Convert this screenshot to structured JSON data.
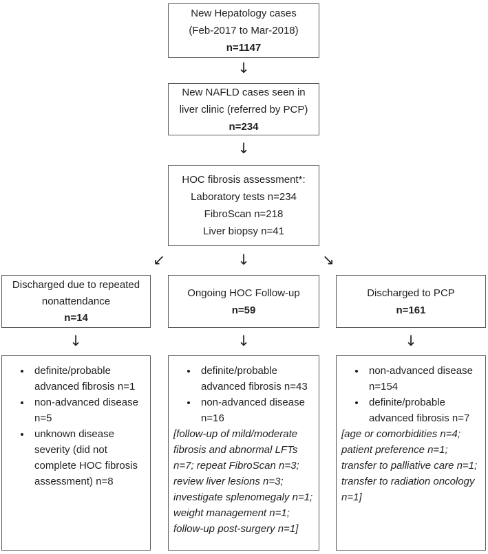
{
  "figure_type": "patient-flow-diagram",
  "colors": {
    "border": "#595959",
    "text": "#1f1f1f",
    "background": "#ffffff"
  },
  "arrows": {
    "down": "↓",
    "down_left": "↙",
    "down_right": "↘"
  },
  "boxes": {
    "hepatology": {
      "line1": "New Hepatology cases",
      "line2": "(Feb-2017 to Mar-2018)",
      "n": "n=1147"
    },
    "nafld": {
      "line1": "New NAFLD cases seen in",
      "line2": "liver clinic (referred by PCP)",
      "n": "n=234"
    },
    "assessment": {
      "line1": "HOC fibrosis assessment*:",
      "line2": "Laboratory tests n=234",
      "line3": "FibroScan n=218",
      "line4": "Liver biopsy n=41"
    },
    "nonattendance": {
      "line1": "Discharged due to repeated",
      "line2": "nonattendance",
      "n": "n=14"
    },
    "followup": {
      "line1": "Ongoing HOC Follow-up",
      "n": "n=59"
    },
    "pcp": {
      "line1": "Discharged to PCP",
      "n": "n=161"
    },
    "outcome_nonattendance": {
      "bullets": [
        "definite/probable advanced fibrosis n=1",
        "non-advanced disease n=5",
        "unknown disease severity (did not complete HOC fibrosis assessment) n=8"
      ]
    },
    "outcome_followup": {
      "bullets": [
        "definite/probable advanced fibrosis n=43",
        "non-advanced disease n=16"
      ],
      "note": "[follow-up of mild/moderate fibrosis and abnormal LFTs n=7; repeat FibroScan n=3; review liver lesions n=3; investigate splenomegaly n=1; weight management n=1; follow-up post-surgery n=1]"
    },
    "outcome_pcp": {
      "bullets": [
        "non-advanced disease n=154",
        "definite/probable advanced fibrosis n=7"
      ],
      "note": "[age or comorbidities n=4; patient preference n=1; transfer to palliative care n=1; transfer to radiation oncology n=1]"
    }
  }
}
